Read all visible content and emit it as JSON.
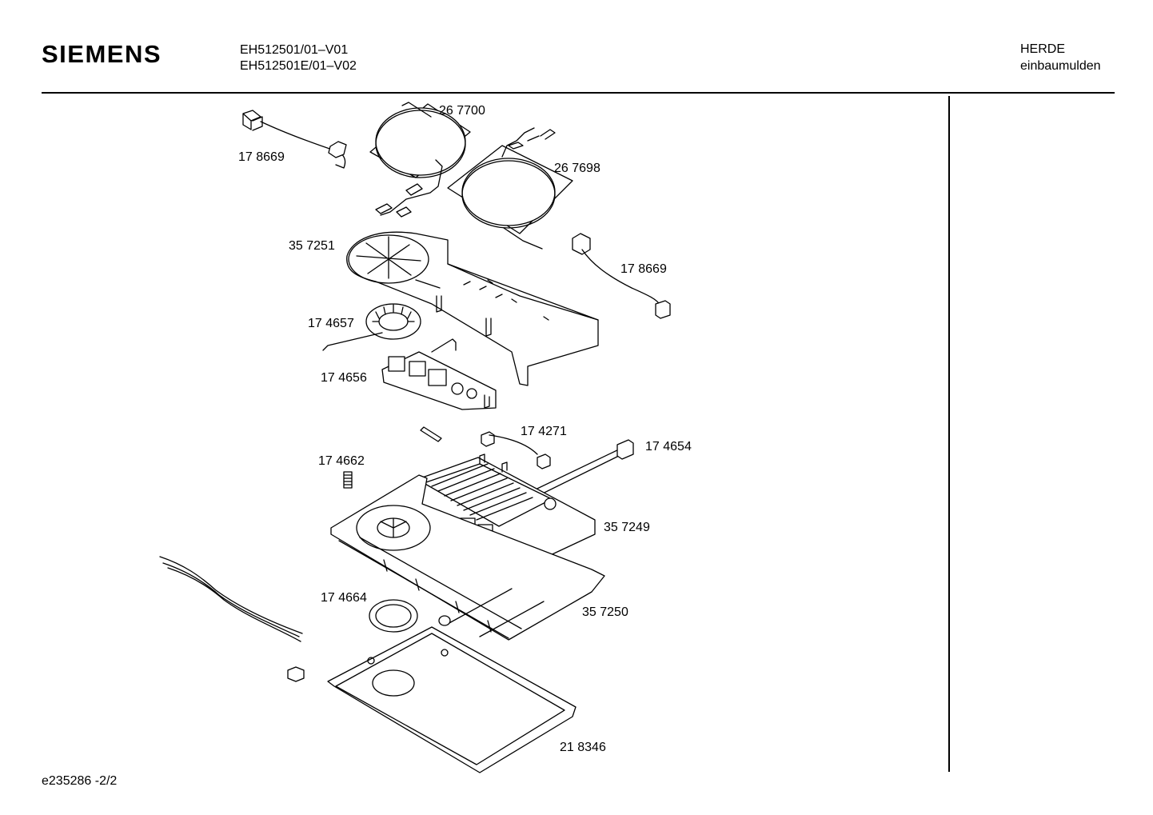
{
  "header": {
    "brand": "SIEMENS",
    "model_line_1": "EH512501/01–V01",
    "model_line_2": "EH512501E/01–V02",
    "category_line_1": "HERDE",
    "category_line_2": "einbaumulden"
  },
  "parts": {
    "p267700": "26 7700",
    "p178669a": "17 8669",
    "p267698": "26 7698",
    "p357251": "35 7251",
    "p178669b": "17 8669",
    "p174657": "17 4657",
    "p174656": "17 4656",
    "p174271": "17 4271",
    "p174654": "17 4654",
    "p174662": "17 4662",
    "p357249": "35 7249",
    "p174664": "17 4664",
    "p357250": "35 7250",
    "p218346": "21 8346"
  },
  "footer": {
    "doc_ref": "e235286 -2/2"
  }
}
